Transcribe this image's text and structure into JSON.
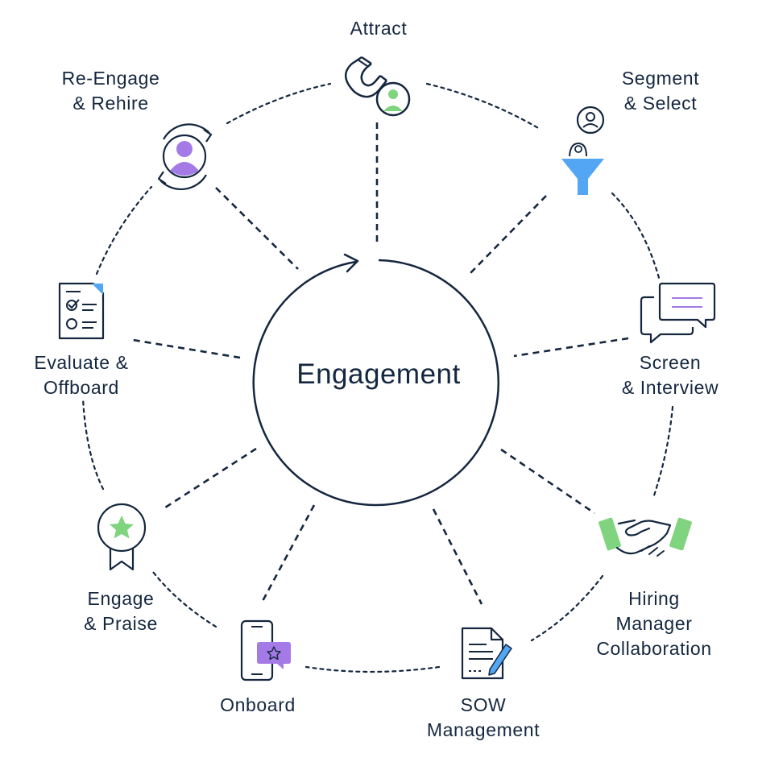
{
  "center": {
    "title": "Engagement"
  },
  "stages": {
    "attract": {
      "line1": "Attract"
    },
    "segment": {
      "line1": "Segment",
      "line2": "& Select"
    },
    "screen": {
      "line1": "Screen",
      "line2": "& Interview"
    },
    "hiring": {
      "line1": "Hiring",
      "line2": "Manager",
      "line3": "Collaboration"
    },
    "sow": {
      "line1": "SOW",
      "line2": "Management"
    },
    "onboard": {
      "line1": "Onboard"
    },
    "praise": {
      "line1": "Engage",
      "line2": "& Praise"
    },
    "evaluate": {
      "line1": "Evaluate &",
      "line2": "Offboard"
    },
    "rehire": {
      "line1": "Re-Engage",
      "line2": "& Rehire"
    }
  },
  "icons": {
    "attract": "magnet-person-icon",
    "segment": "funnel-person-icon",
    "screen": "chat-bubbles-icon",
    "hiring": "handshake-icon",
    "sow": "document-pen-icon",
    "onboard": "phone-star-icon",
    "praise": "award-badge-icon",
    "evaluate": "checklist-icon",
    "rehire": "cycle-person-icon"
  },
  "colors": {
    "navy": "#14273f",
    "green": "#80d37f",
    "purple": "#a47be6",
    "blue": "#52a6f3"
  }
}
